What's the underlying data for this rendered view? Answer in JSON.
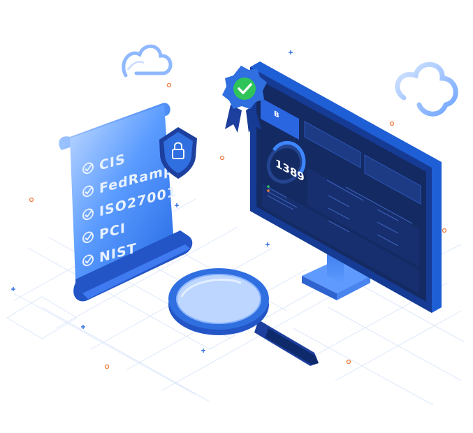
{
  "compliance_scroll": {
    "items": [
      {
        "label": "CIS"
      },
      {
        "label": "FedRamp"
      },
      {
        "label": "ISO27001"
      },
      {
        "label": "PCI"
      },
      {
        "label": "NIST"
      }
    ]
  },
  "monitor": {
    "score": "1389",
    "grade": "B"
  },
  "icons": {
    "badge": "verified-ribbon-icon",
    "shield": "shield-lock-icon",
    "magnifier": "magnifying-glass-icon",
    "clouds": "cloud-icon"
  },
  "colors": {
    "primary_blue": "#1f5fd6",
    "dark_screen": "#142a63",
    "badge_green": "#2ec45a",
    "accent_orange": "#f07a3a"
  }
}
